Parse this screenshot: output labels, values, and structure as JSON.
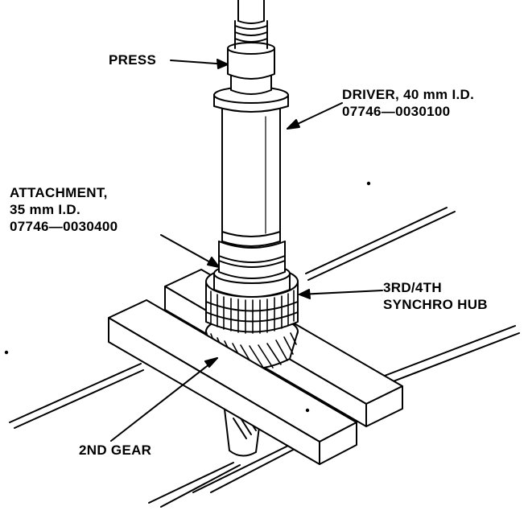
{
  "labels": {
    "press": "PRESS",
    "driver": [
      "DRIVER, 40 mm I.D.",
      "07746—0030100"
    ],
    "attachment": [
      "ATTACHMENT,",
      "35 mm I.D.",
      "07746—0030400"
    ],
    "synchro_hub": [
      "3RD/4TH",
      "SYNCHRO HUB"
    ],
    "second_gear": "2ND GEAR"
  },
  "colors": {
    "ink": "#000000",
    "paper": "#ffffff"
  }
}
